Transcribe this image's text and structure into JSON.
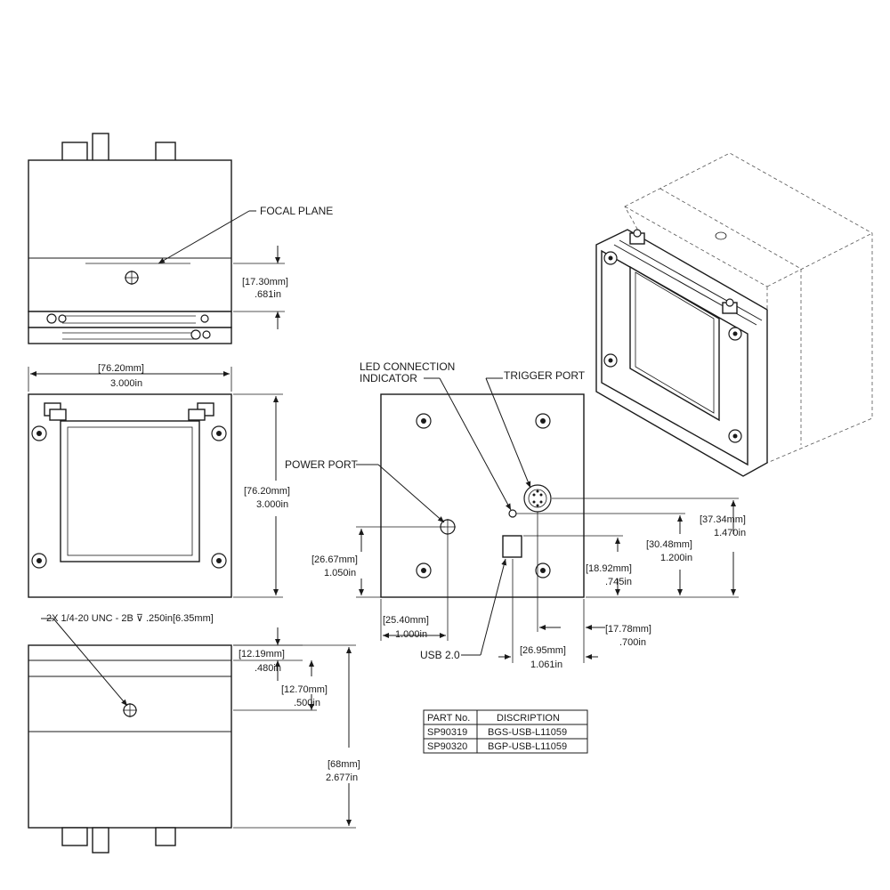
{
  "labels": {
    "focal_plane": "FOCAL PLANE",
    "led_line1": "LED CONNECTION",
    "led_line2": "INDICATOR",
    "trigger_port": "TRIGGER PORT",
    "power_port": "POWER PORT",
    "usb": "USB 2.0",
    "thread_note": "2X 1/4-20 UNC - 2B ⊽ .250in[6.35mm]"
  },
  "dimensions": {
    "focal_mm": "[17.30mm]",
    "focal_in": ".681in",
    "width_mm": "[76.20mm]",
    "width_in": "3.000in",
    "height_mm": "[76.20mm]",
    "height_in": "3.000in",
    "trigger_v_mm": "[37.34mm]",
    "trigger_v_in": "1.470in",
    "led_v_mm": "[30.48mm]",
    "led_v_in": "1.200in",
    "usb_v_mm": "[18.92mm]",
    "usb_v_in": ".745in",
    "power_v_mm": "[26.67mm]",
    "power_v_in": "1.050in",
    "power_h_mm": "[25.40mm]",
    "power_h_in": "1.000in",
    "trigger_h_mm": "[17.78mm]",
    "trigger_h_in": ".700in",
    "usb_h_mm": "[26.95mm]",
    "usb_h_in": "1.061in",
    "side_a_mm": "[12.19mm]",
    "side_a_in": ".480in",
    "side_b_mm": "[12.70mm]",
    "side_b_in": ".500in",
    "depth_mm": "[68mm]",
    "depth_in": "2.677in"
  },
  "parts_table": {
    "header_part": "PART No.",
    "header_desc": "DISCRIPTION",
    "rows": [
      {
        "part": "SP90319",
        "desc": "BGS-USB-L11059"
      },
      {
        "part": "SP90320",
        "desc": "BGP-USB-L11059"
      }
    ]
  }
}
